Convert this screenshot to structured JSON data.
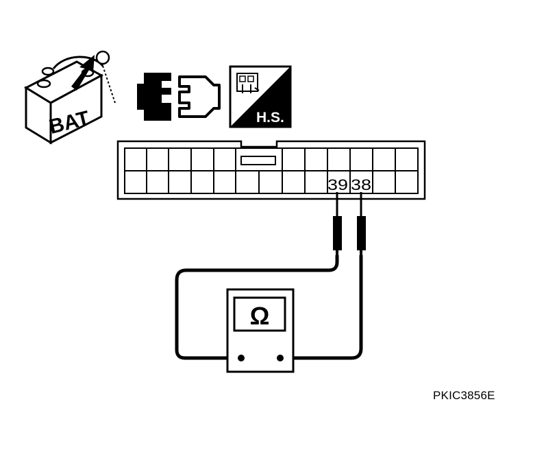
{
  "battery": {
    "label": "BAT"
  },
  "harness_icon": {
    "label": "H.S."
  },
  "connector": {
    "terminals": [
      {
        "number": "39"
      },
      {
        "number": "38"
      }
    ]
  },
  "meter": {
    "symbol": "Ω"
  },
  "figure_id": "PKIC3856E",
  "colors": {
    "ink": "#000000",
    "paper": "#ffffff"
  }
}
